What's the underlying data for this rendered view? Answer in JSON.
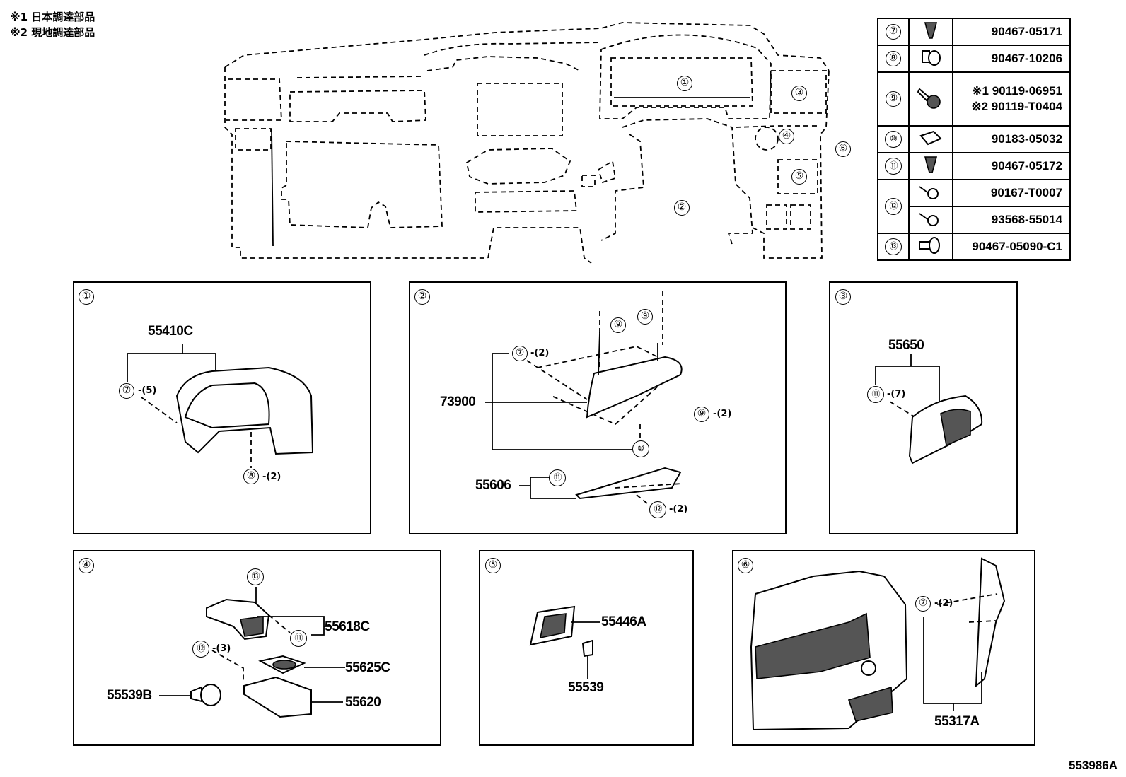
{
  "notes": [
    "※1 日本調達部品",
    "※2 現地調達部品"
  ],
  "overview_refs": [
    "①",
    "②",
    "③",
    "④",
    "⑤",
    "⑥"
  ],
  "fastener_table": [
    {
      "ref": "⑦",
      "icon": "clip-icon",
      "parts": [
        "90467-05171"
      ]
    },
    {
      "ref": "⑧",
      "icon": "push-rivet-icon",
      "parts": [
        "90467-10206"
      ]
    },
    {
      "ref": "⑨",
      "icon": "bolt-washer-icon",
      "parts": [
        "※1 90119-06951",
        "※2 90119-T0404"
      ]
    },
    {
      "ref": "⑩",
      "icon": "nut-clip-icon",
      "parts": [
        "90183-05032"
      ]
    },
    {
      "ref": "⑪",
      "icon": "clip-icon",
      "parts": [
        "90467-05172"
      ]
    },
    {
      "ref": "⑫",
      "icon": "screw-icon",
      "parts": [
        "90167-T0007",
        "93568-55014"
      ]
    },
    {
      "ref": "⑬",
      "icon": "push-rivet-icon",
      "parts": [
        "90467-05090-C1"
      ]
    }
  ],
  "panels": {
    "p1": {
      "ref": "①",
      "part": "55410C",
      "c7": "⑦",
      "q7": "-(5)",
      "c8": "⑧",
      "q8": "-(2)"
    },
    "p2": {
      "ref": "②",
      "part_a": "73900",
      "part_b": "55606",
      "c7": "⑦",
      "q7": "-(2)",
      "c9a": "⑨",
      "c9b": "⑨",
      "c9c": "⑨",
      "q9": "-(2)",
      "c10": "⑩",
      "c11": "⑪",
      "c12": "⑫",
      "q12": "-(2)"
    },
    "p3": {
      "ref": "③",
      "part": "55650",
      "c11": "⑪",
      "q11": "-(7)"
    },
    "p4": {
      "ref": "④",
      "c13": "⑬",
      "c11": "⑪",
      "c12": "⑫",
      "q12": "-(3)",
      "part_a": "55618C",
      "part_b": "55625C",
      "part_c": "55620",
      "part_d": "55539B"
    },
    "p5": {
      "ref": "⑤",
      "part_a": "55446A",
      "part_b": "55539"
    },
    "p6": {
      "ref": "⑥",
      "c7": "⑦",
      "q7": "-(2)",
      "part": "55317A"
    }
  },
  "figure_id": "553986A"
}
